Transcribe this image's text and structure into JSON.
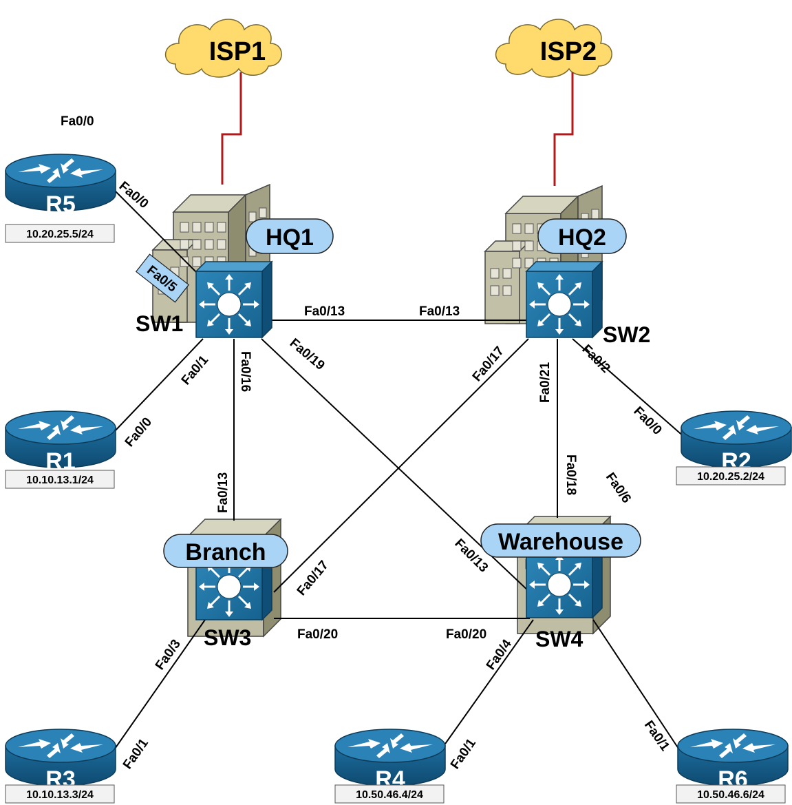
{
  "isps": {
    "isp1": "ISP1",
    "isp2": "ISP2"
  },
  "sites": {
    "hq1": "HQ1",
    "hq2": "HQ2",
    "branch": "Branch",
    "warehouse": "Warehouse"
  },
  "switches": {
    "sw1": "SW1",
    "sw2": "SW2",
    "sw3": "SW3",
    "sw4": "SW4"
  },
  "routers": {
    "r1": {
      "name": "R1",
      "ip": "10.10.13.1/24"
    },
    "r2": {
      "name": "R2",
      "ip": "10.20.25.2/24"
    },
    "r3": {
      "name": "R3",
      "ip": "10.10.13.3/24"
    },
    "r4": {
      "name": "R4",
      "ip": "10.50.46.4/24"
    },
    "r5": {
      "name": "R5",
      "ip": "10.20.25.5/24"
    },
    "r6": {
      "name": "R6",
      "ip": "10.50.46.6/24"
    }
  },
  "ports": {
    "r5_top": "Fa0/0",
    "r5_link": "Fa0/0",
    "sw1_fa05": "Fa0/5",
    "sw1_fa013": "Fa0/13",
    "sw2_fa013": "Fa0/13",
    "sw1_fa01": "Fa0/1",
    "r1_fa00": "Fa0/0",
    "sw1_fa016": "Fa0/16",
    "sw1_fa019": "Fa0/19",
    "sw3_fa013": "Fa0/13",
    "sw2_fa017": "Fa0/17",
    "sw2_fa021": "Fa0/21",
    "sw2_fa02": "Fa0/2",
    "r2_fa00": "Fa0/0",
    "sw4_fa018": "Fa0/18",
    "sw3_fa017": "Fa0/17",
    "sw4_fa013": "Fa0/13",
    "sw3_fa020": "Fa0/20",
    "sw4_fa020": "Fa0/20",
    "sw3_fa03": "Fa0/3",
    "r3_fa01": "Fa0/1",
    "sw4_fa04": "Fa0/4",
    "r4_fa01": "Fa0/1",
    "sw4_fa06": "Fa0/6",
    "r6_fa01": "Fa0/1"
  },
  "colors": {
    "device_blue": "#1f6b9b",
    "device_dark": "#13425f",
    "site_label_fill": "#a9d4f5",
    "building": "#b3b196",
    "cloud": "#ffdb6e",
    "wan_link": "#b01a1a"
  }
}
